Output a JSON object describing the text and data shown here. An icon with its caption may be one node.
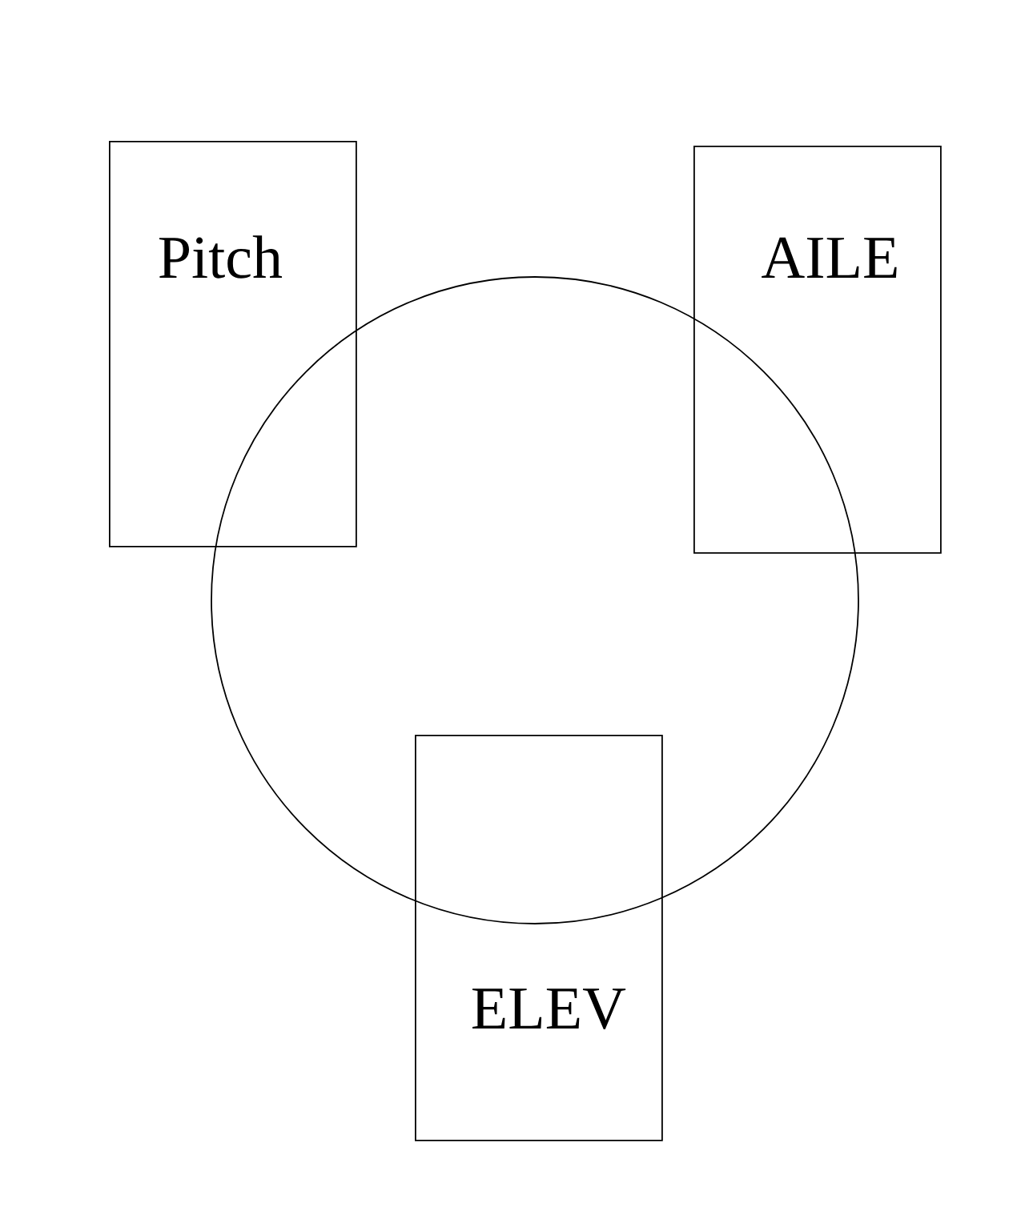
{
  "diagram": {
    "nodes": [
      {
        "text": [
          "Pitch"
        ]
      },
      {
        "text": [
          "AILE"
        ]
      },
      {
        "text": [],
        "shape": "circle"
      },
      {
        "text": [
          "ELEV"
        ]
      }
    ]
  }
}
